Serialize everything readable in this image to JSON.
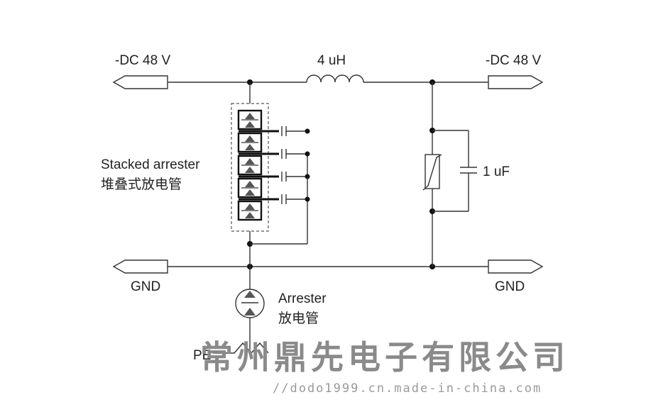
{
  "labels": {
    "input_voltage": "-DC 48 V",
    "output_voltage": "-DC 48 V",
    "inductor": "4 uH",
    "capacitor": "1 uF",
    "stacked_en": "Stacked arrester",
    "stacked_cn": "堆叠式放电管",
    "gnd_left": "GND",
    "gnd_right": "GND",
    "arrester_en": "Arrester",
    "arrester_cn": "放电管",
    "pe": "PE"
  },
  "watermark": {
    "company": "常州鼎先电子有限公司",
    "url": "//dodo1999.cn.made-in-china.com"
  }
}
